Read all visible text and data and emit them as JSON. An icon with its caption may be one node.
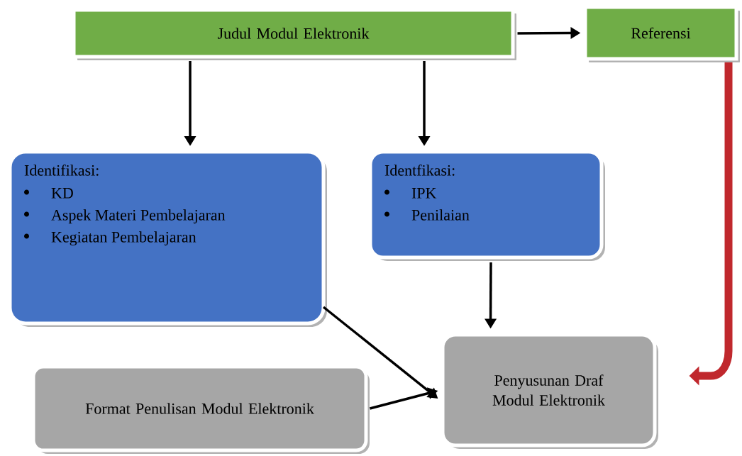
{
  "diagram": {
    "nodes": [
      {
        "text": [
          "Judul Modul Elektronik"
        ]
      },
      {
        "text": [
          "Referensi"
        ]
      },
      {
        "text": [
          "Identifikasi:",
          "KD",
          "Aspek Materi Pembelajaran",
          "Kegiatan Pembelajaran"
        ]
      },
      {
        "text": [
          "Identfikasi:",
          "IPK",
          "Penilaian"
        ]
      },
      {
        "text": [
          "Format Penulisan Modul Elektronik"
        ]
      },
      {
        "text": [
          "Penyusunan Draf Modul Elektronik"
        ]
      }
    ],
    "edges": [
      {
        "from": 0,
        "to": 1,
        "arrow": "to"
      },
      {
        "from": 0,
        "to": 2,
        "arrow": "to"
      },
      {
        "from": 0,
        "to": 3,
        "arrow": "to"
      },
      {
        "from": 2,
        "to": 5,
        "arrow": "to"
      },
      {
        "from": 3,
        "to": 5,
        "arrow": "to"
      },
      {
        "from": 4,
        "to": 5,
        "arrow": "to"
      },
      {
        "from": 1,
        "to": 5,
        "arrow": "to",
        "style": "thick",
        "color": "#c0282d"
      }
    ]
  }
}
